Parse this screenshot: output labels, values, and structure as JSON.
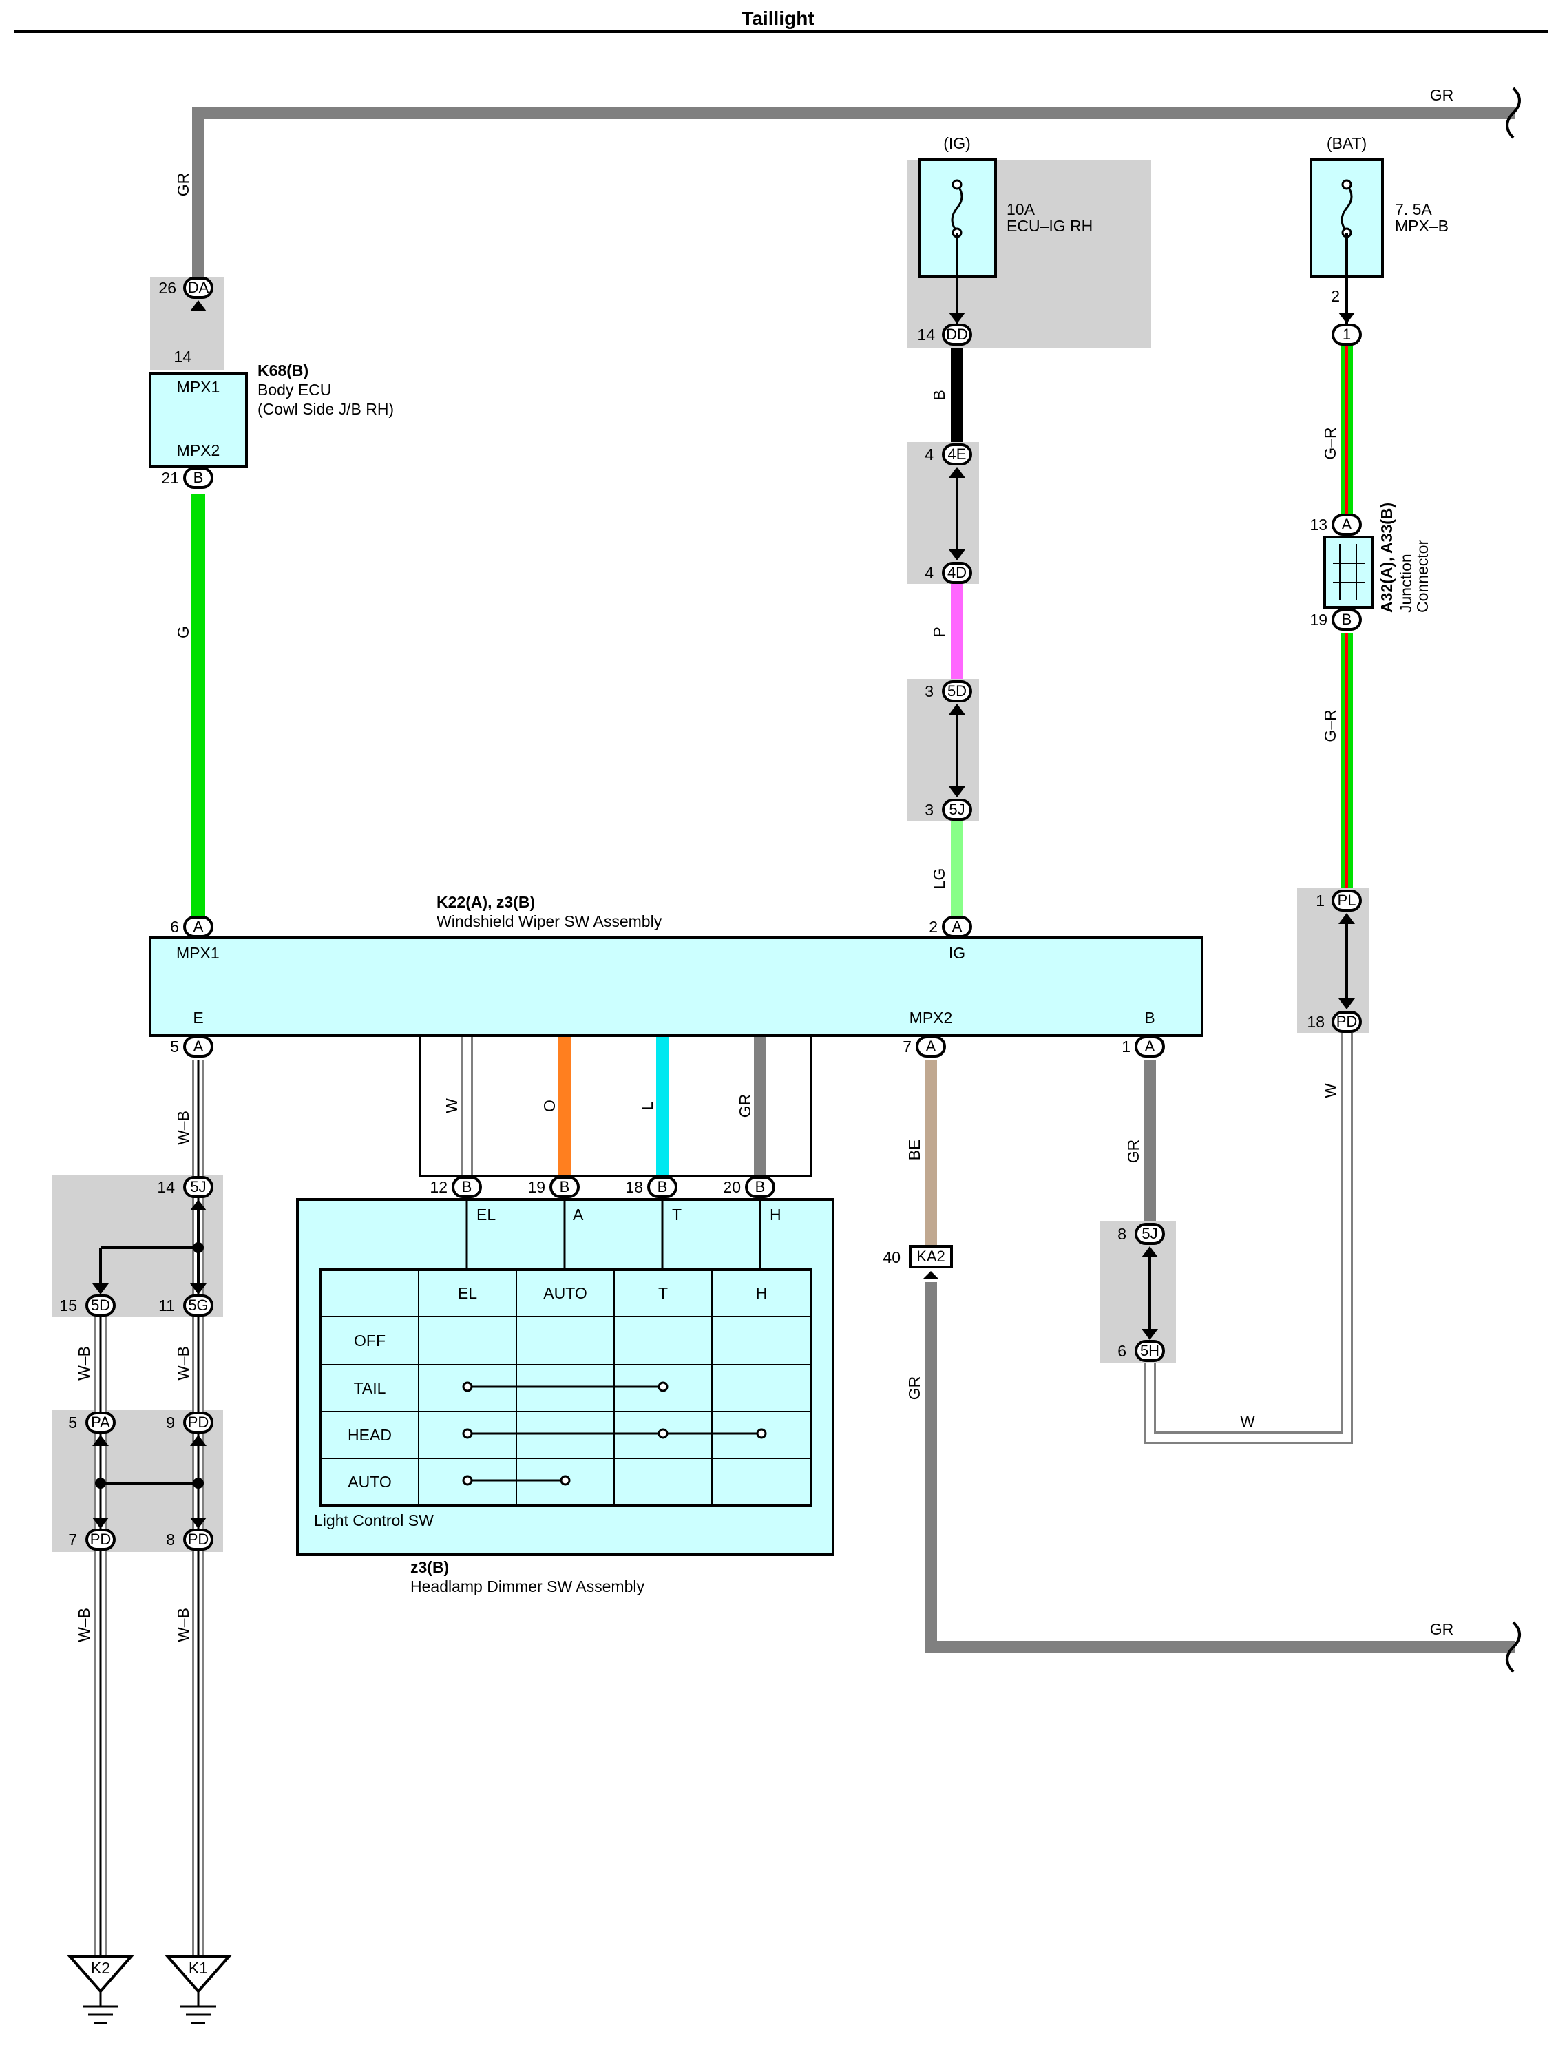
{
  "title": "Taillight",
  "colors": {
    "GR": "#808080",
    "G": "#00e000",
    "B": "#000000",
    "P": "#ff66ff",
    "LG": "#88ff88",
    "W": "#ffffff",
    "O": "#ff7f1f",
    "L": "#00e8f0",
    "BE": "#c0a890",
    "R": "#ff0000",
    "box": "#ccffff",
    "shade": "#d2d2d2"
  },
  "wires": {
    "gr_top": "GR",
    "gr_left": "GR",
    "g": "G",
    "b": "B",
    "p": "P",
    "lg": "LG",
    "gr_right_top": "G–R",
    "gr_right_bottom": "G–R",
    "w_right": "W",
    "w_bottom": "W",
    "wb_1": "W–B",
    "wb_2": "W–B",
    "wb_3": "W–B",
    "wb_4": "W–B",
    "wb_5": "W–B",
    "bus_w": "W",
    "bus_o": "O",
    "bus_l": "L",
    "bus_gr": "GR",
    "be": "BE",
    "gr_b": "GR",
    "gr_mid": "GR",
    "gr_bottom": "GR"
  },
  "fuses": {
    "ig": {
      "source": "(IG)",
      "rating": "10A",
      "name": "ECU–IG RH"
    },
    "bat": {
      "source": "(BAT)",
      "rating": "7. 5A",
      "name": "MPX–B"
    }
  },
  "body_ecu": {
    "code": "K68(B)",
    "name": "Body ECU",
    "location": "(Cowl Side J/B RH)",
    "pin_top": "MPX1",
    "pin_bottom": "MPX2"
  },
  "wiper_sw": {
    "code": "K22(A), z3(B)",
    "name": "Windshield Wiper SW Assembly",
    "mpx1": "MPX1",
    "ig": "IG",
    "e": "E",
    "mpx2": "MPX2",
    "b": "B"
  },
  "dimmer_sw": {
    "code": "z3(B)",
    "name": "Headlamp Dimmer SW Assembly",
    "sub": "Light Control SW",
    "terms": [
      "EL",
      "A",
      "T",
      "H"
    ],
    "columns": [
      "EL",
      "AUTO",
      "T",
      "H"
    ],
    "rows": [
      "OFF",
      "TAIL",
      "HEAD",
      "AUTO"
    ]
  },
  "junction": {
    "code": "A32(A), A33(B)",
    "name": "Junction",
    "name2": "Connector"
  },
  "connectors": {
    "DA": "DA",
    "DD": "DD",
    "B": "B",
    "A": "A",
    "E4": "4E",
    "D4": "4D",
    "D5": "5D",
    "J5": "5J",
    "G5": "5G",
    "PA": "PA",
    "PD": "PD",
    "PL": "PL",
    "H5": "5H",
    "C1": "1",
    "KA2": "KA2"
  },
  "pins": {
    "p26": "26",
    "p14": "14",
    "p21": "21",
    "p4": "4",
    "p3": "3",
    "p2": "2",
    "p13": "13",
    "p19": "19",
    "p6": "6",
    "p5": "5",
    "p7": "7",
    "p1": "1",
    "p18": "18",
    "p12": "12",
    "p20": "20",
    "p15": "15",
    "p11": "11",
    "p9": "9",
    "p8": "8",
    "p40": "40"
  },
  "grounds": {
    "k2": "K2",
    "k1": "K1"
  }
}
